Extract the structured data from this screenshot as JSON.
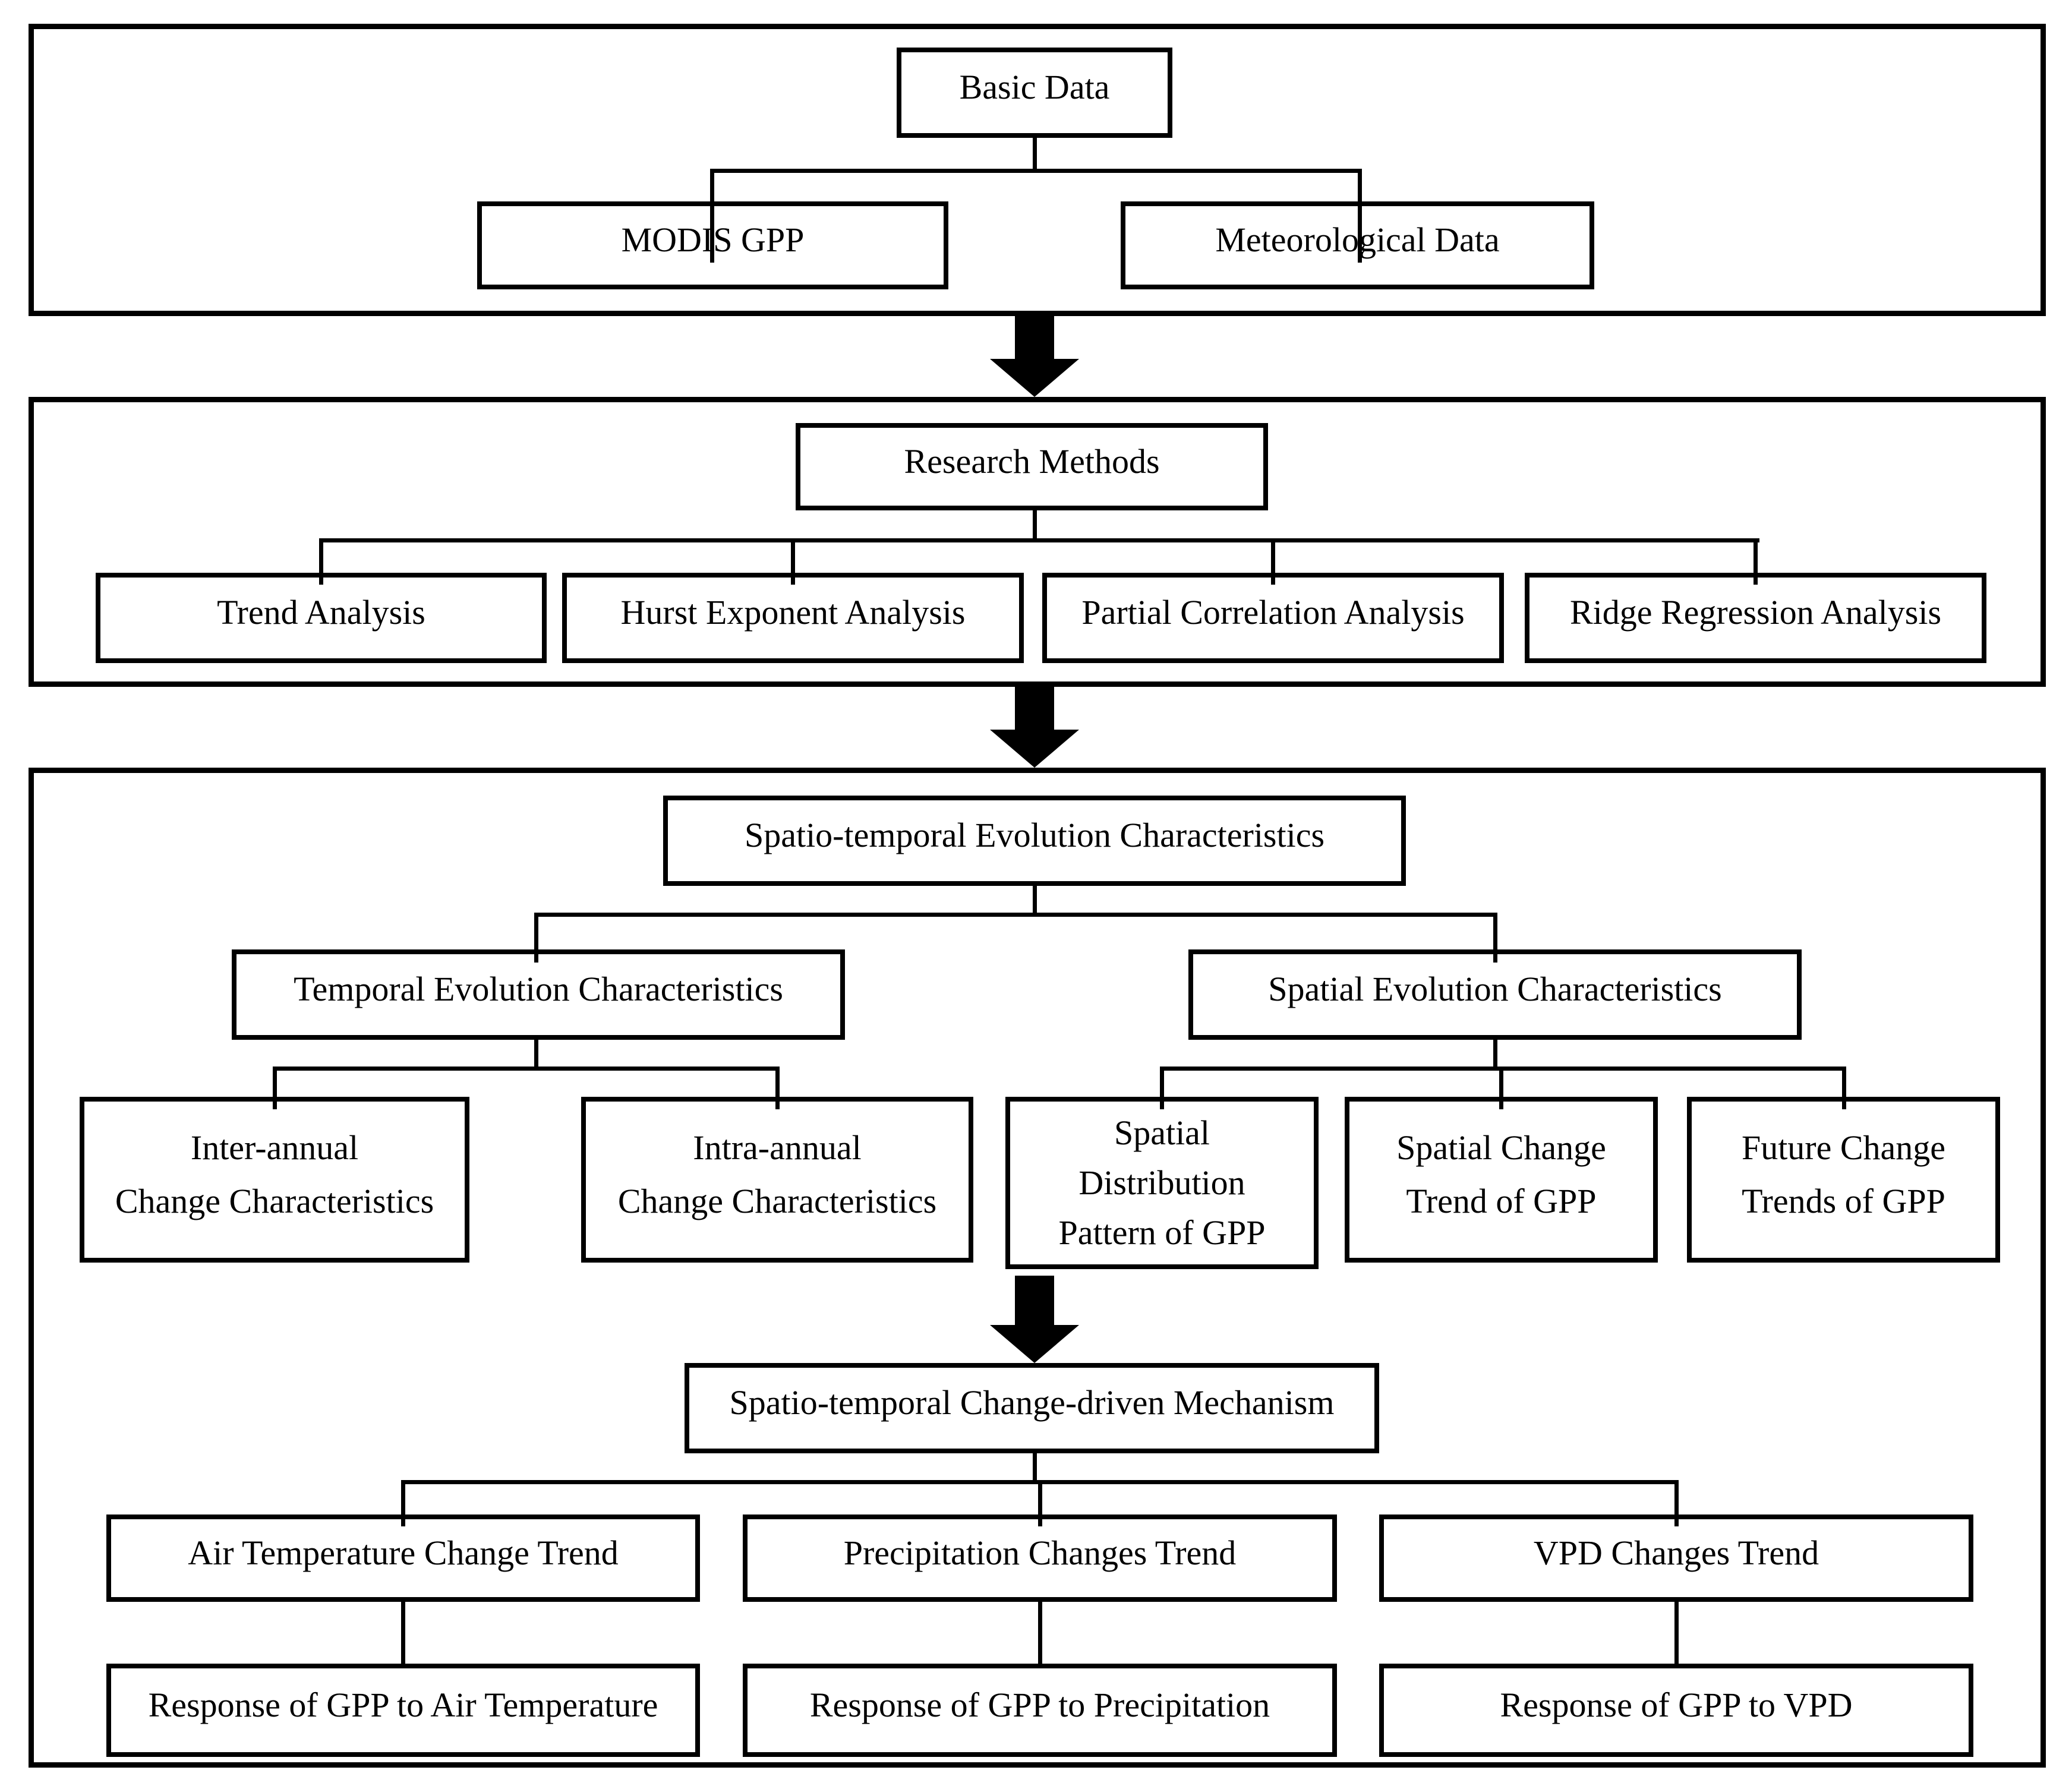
{
  "flowchart": {
    "colors": {
      "line": "#000000",
      "background": "#ffffff"
    },
    "basic_data": {
      "title": "Basic Data",
      "children": [
        "MODIS GPP",
        "Meteorological Data"
      ]
    },
    "research_methods": {
      "title": "Research Methods",
      "children": [
        "Trend Analysis",
        "Hurst Exponent Analysis",
        "Partial Correlation Analysis",
        "Ridge Regression Analysis"
      ]
    },
    "evolution": {
      "title": "Spatio-temporal Evolution Characteristics",
      "temporal": {
        "title": "Temporal Evolution Characteristics",
        "children": [
          "Inter-annual\nChange Characteristics",
          "Intra-annual\nChange Characteristics"
        ]
      },
      "spatial": {
        "title": "Spatial Evolution Characteristics",
        "children": [
          "Spatial\nDistribution\nPattern of GPP",
          "Spatial Change\nTrend of GPP",
          "Future Change\nTrends of GPP"
        ]
      }
    },
    "mechanism": {
      "title": "Spatio-temporal Change-driven Mechanism",
      "drivers": [
        "Air Temperature Change Trend",
        "Precipitation Changes Trend",
        "VPD Changes Trend"
      ],
      "responses": [
        "Response of GPP to Air Temperature",
        "Response of GPP to Precipitation",
        "Response of GPP to VPD"
      ]
    }
  }
}
